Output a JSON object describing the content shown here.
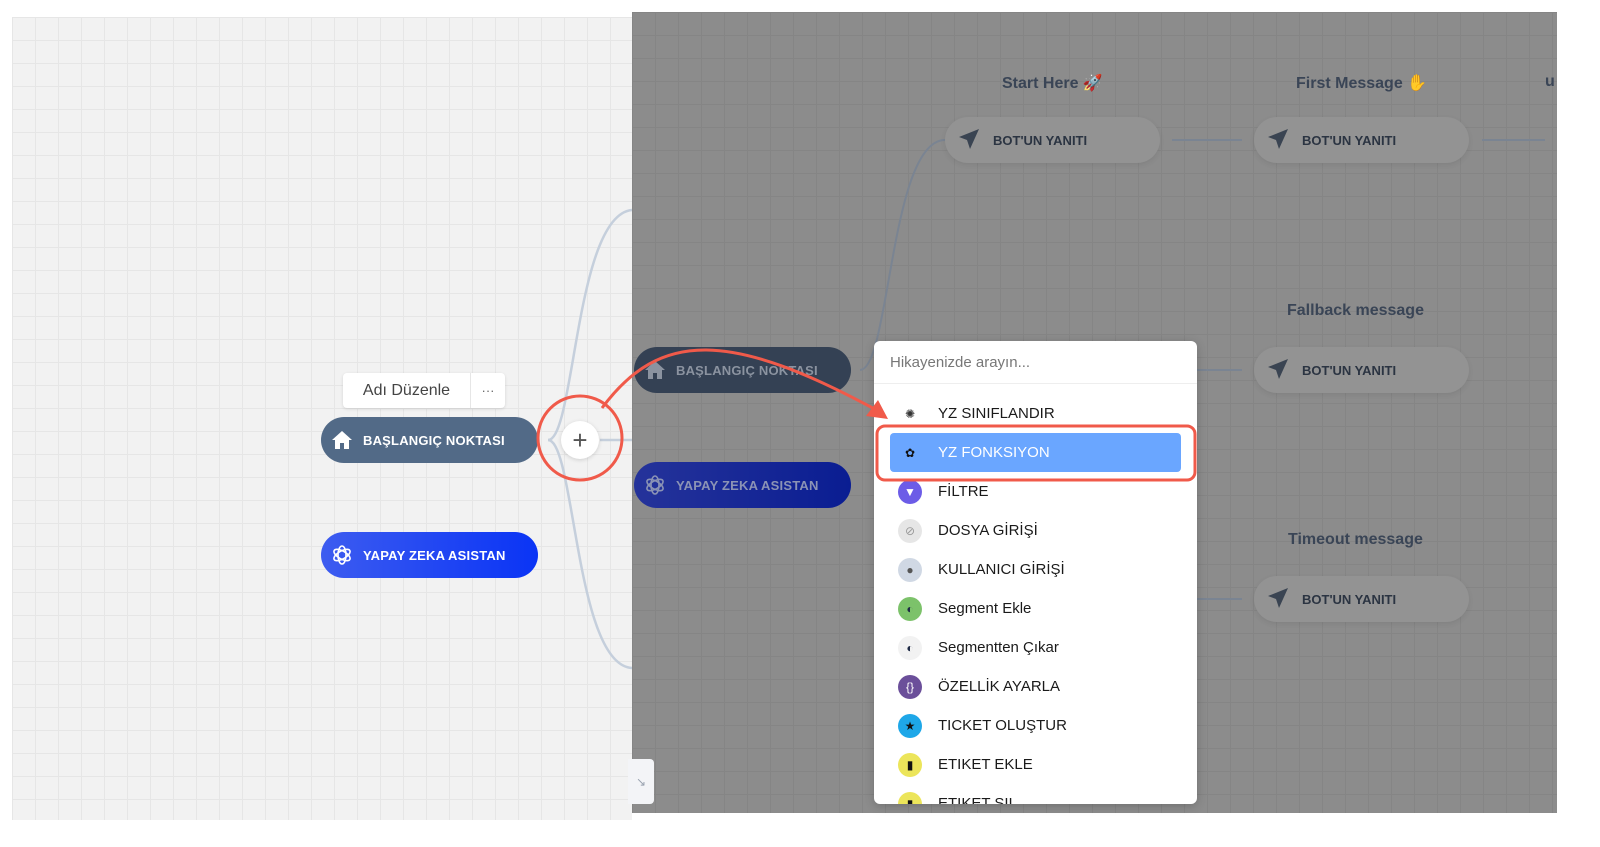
{
  "left_canvas": {
    "edit_name_button": "Adı Düzenle",
    "more_button": "···",
    "start_node": "BAŞLANGIÇ NOKTASI",
    "ai_assistant_node": "YAPAY ZEKA ASISTAN",
    "add_button": "+"
  },
  "right_canvas": {
    "start_node": "BAŞLANGIÇ NOKTASI",
    "ai_assistant_node": "YAPAY ZEKA ASISTAN",
    "steps": [
      {
        "title": "Start Here 🚀",
        "node": "BOT'UN YANITI"
      },
      {
        "title": "First Message ✋",
        "node": "BOT'UN YANITI"
      },
      {
        "title": "Fallback message",
        "node": "BOT'UN YANITI"
      },
      {
        "title": "Timeout message",
        "node": "BOT'UN YANITI"
      }
    ],
    "truncated_title": "u"
  },
  "menu": {
    "search_placeholder": "Hikayenizde arayın...",
    "items": [
      {
        "label": "YZ SINIFLANDIR",
        "icon": "ai-classify-icon",
        "color": "#ffffff"
      },
      {
        "label": "YZ FONKSIYON",
        "icon": "openai-icon",
        "color": "#6aa6ff",
        "selected": true
      },
      {
        "label": "FİLTRE",
        "icon": "filter-icon",
        "color": "#6c5ce7"
      },
      {
        "label": "DOSYA GİRİŞİ",
        "icon": "paperclip-icon",
        "color": "#e6e6e6"
      },
      {
        "label": "KULLANICI GİRİŞİ",
        "icon": "user-voice-icon",
        "color": "#d0d8e4"
      },
      {
        "label": "Segment Ekle",
        "icon": "segment-add-icon",
        "color": "#7cc26a"
      },
      {
        "label": "Segmentten Çıkar",
        "icon": "segment-remove-icon",
        "color": "#f2f2f2"
      },
      {
        "label": "ÖZELLİK AYARLA",
        "icon": "braces-icon",
        "color": "#6b4f9a"
      },
      {
        "label": "TICKET OLUŞTUR",
        "icon": "ticket-icon",
        "color": "#1ea7e8"
      },
      {
        "label": "ETIKET EKLE",
        "icon": "bookmark-icon",
        "color": "#ece55a"
      },
      {
        "label": "ETIKET SIL",
        "icon": "tag-remove-icon",
        "color": "#ece55a"
      }
    ]
  },
  "colors": {
    "annotation": "#f05a4a",
    "start_node": "#526a87",
    "ai_node": "#1f45f0"
  }
}
